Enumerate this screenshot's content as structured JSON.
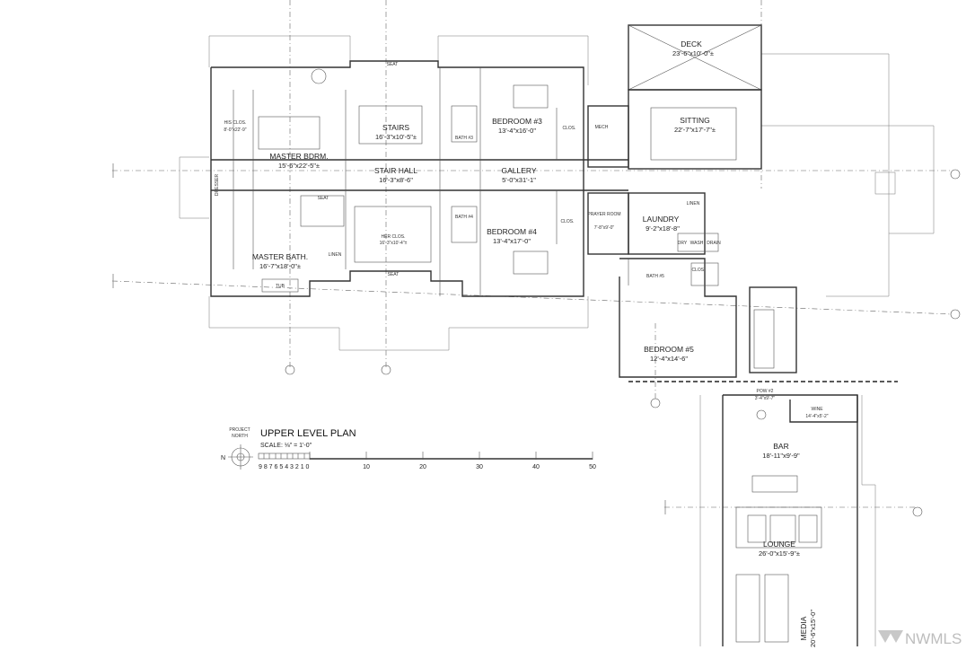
{
  "rooms": {
    "his_clos": {
      "name": "HIS CLOS.",
      "dim": "8'-0\"x22'-9\""
    },
    "master_bdrm": {
      "name": "MASTER BDRM.",
      "dim": "15'-6\"x22'-5\"±"
    },
    "master_bath": {
      "name": "MASTER BATH.",
      "dim": "16'-7\"x18'-0\"±"
    },
    "stairs": {
      "name": "STAIRS",
      "dim": "16'-3\"x10'-5\"±"
    },
    "stair_hall": {
      "name": "STAIR HALL",
      "dim": "16'-3\"x8'-6\""
    },
    "her_clos": {
      "name": "HER CLOS.",
      "dim": "16'-3\"x10'-4\"±"
    },
    "bedroom3": {
      "name": "BEDROOM #3",
      "dim": "13'-4\"x16'-0\""
    },
    "bedroom4": {
      "name": "BEDROOM #4",
      "dim": "13'-4\"x17'-0\""
    },
    "gallery": {
      "name": "GALLERY",
      "dim": "5'-0\"x31'-1\""
    },
    "deck": {
      "name": "DECK",
      "dim": "23'-6\"x10'-0\"±"
    },
    "sitting": {
      "name": "SITTING",
      "dim": "22'-7\"x17'-7\"±"
    },
    "prayer_room": {
      "name": "PRAYER ROOM",
      "dim": "7'-8\"x9'-0\""
    },
    "laundry": {
      "name": "LAUNDRY",
      "dim": "9'-2\"x18'-8\""
    },
    "bedroom5": {
      "name": "BEDROOM #5",
      "dim": "12'-4\"x14'-6\""
    },
    "pow2": {
      "name": "POW #2",
      "dim": "3'-4\"x9'-7\""
    },
    "wine": {
      "name": "WINE",
      "dim": "14'-4\"x5'-2\""
    },
    "bar": {
      "name": "BAR",
      "dim": "18'-11\"x9'-9\""
    },
    "lounge": {
      "name": "LOUNGE",
      "dim": "26'-0\"x15'-9\"±"
    },
    "media": {
      "name": "MEDIA",
      "dim": "20'-6\"x15'-0\""
    }
  },
  "small_labels": {
    "bath3": "BATH #3",
    "bath4": "BATH #4",
    "bath5": "BATH #5",
    "clos_a": "CLOS.",
    "clos_b": "CLOS.",
    "clos_c": "CLOS.",
    "mech": "MECH",
    "linen_a": "LINEN",
    "linen_b": "LINEN",
    "seat_a": "SEAT",
    "seat_b": "SEAT",
    "seat_c": "SEAT",
    "tub": "TUB",
    "dresser": "DRESSER",
    "dry": "DRY",
    "wash": "WASH",
    "drain": "DRAIN"
  },
  "title_block": {
    "north_label_1": "PROJECT",
    "north_label_2": "NORTH",
    "n_letter": "N",
    "plan_title": "UPPER LEVEL PLAN",
    "scale_text": "SCALE: ⅛\" = 1'-0\"",
    "scale_small": "9 8 7 6 5 4 3 2 1 0",
    "scale_ticks": [
      "10",
      "20",
      "30",
      "40",
      "50"
    ]
  },
  "watermark": "NWMLS"
}
